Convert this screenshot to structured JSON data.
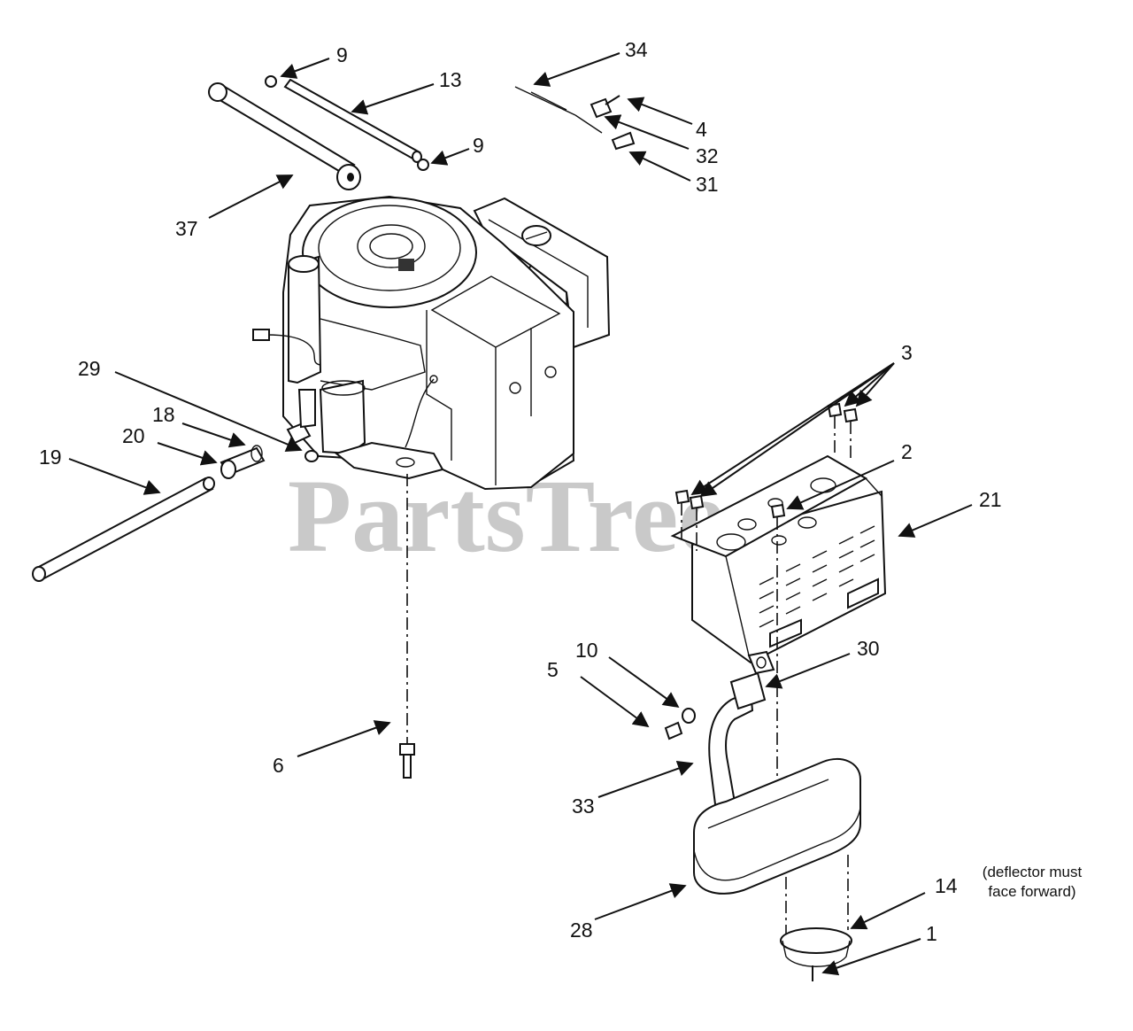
{
  "watermark": "PartsTree",
  "callouts": [
    "9",
    "13",
    "9",
    "34",
    "4",
    "32",
    "31",
    "37",
    "3",
    "2",
    "21",
    "29",
    "18",
    "20",
    "19",
    "10",
    "30",
    "5",
    "6",
    "33",
    "28",
    "14",
    "1"
  ],
  "note": {
    "line1": "(deflector must",
    "line2": "face forward)"
  },
  "colors": {
    "line": "#111111",
    "watermark": "#c9c9c9",
    "background": "#ffffff"
  }
}
